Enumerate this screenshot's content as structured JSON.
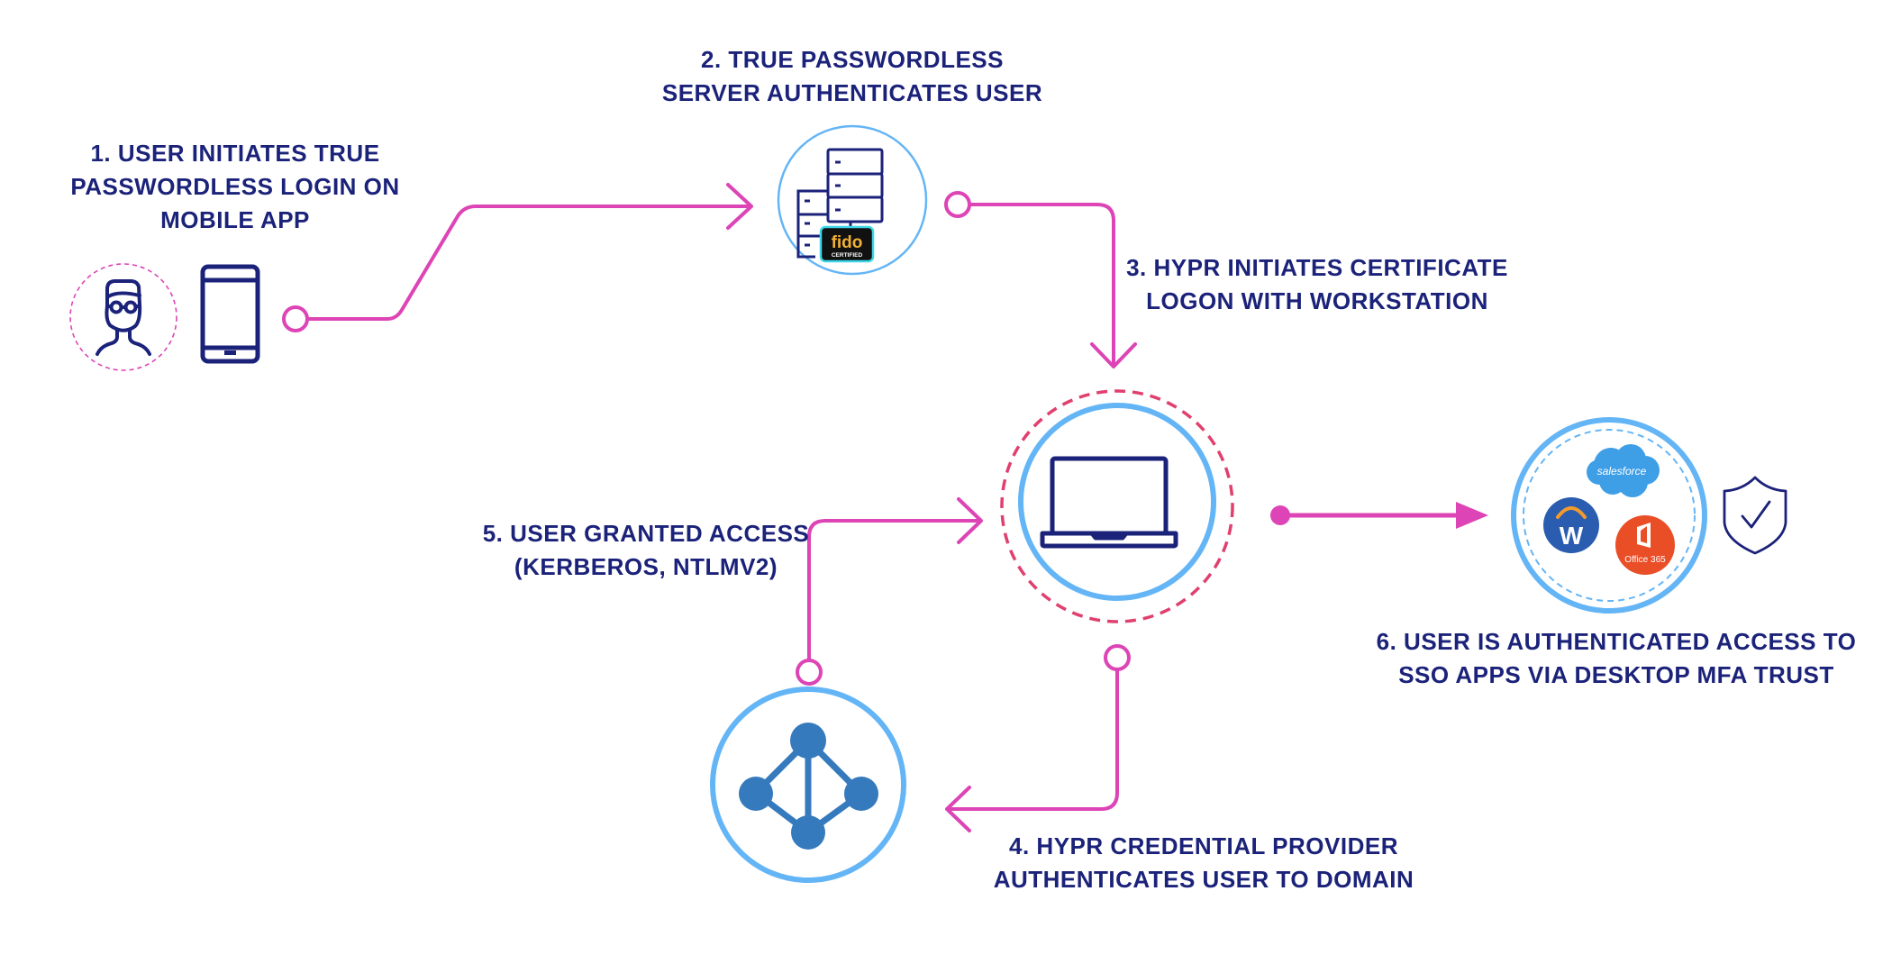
{
  "diagram": {
    "colors": {
      "text": "#1b2279",
      "connector": "#dd44b5",
      "node_ring": "#64b5f6",
      "workstation_dashed_ring": "#e0406e",
      "icon_stroke": "#1b2279",
      "network_icon": "#357abd",
      "workday": "#2a5db0",
      "office365": "#ea4e27",
      "salesforce": "#3f9fe6",
      "fido_gold": "#f2b134"
    },
    "steps": [
      {
        "id": "step1",
        "lines": [
          "1. USER INITIATES TRUE",
          "PASSWORDLESS LOGIN ON",
          "MOBILE APP"
        ]
      },
      {
        "id": "step2",
        "lines": [
          "2.  TRUE PASSWORDLESS",
          "SERVER AUTHENTICATES USER"
        ]
      },
      {
        "id": "step3",
        "lines": [
          "3. HYPR INITIATES CERTIFICATE",
          "LOGON WITH WORKSTATION"
        ]
      },
      {
        "id": "step4",
        "lines": [
          "4. HYPR CREDENTIAL PROVIDER",
          "AUTHENTICATES USER TO DOMAIN"
        ]
      },
      {
        "id": "step5",
        "lines": [
          "5. USER GRANTED ACCESS",
          "(KERBEROS, NTLMV2)"
        ]
      },
      {
        "id": "step6",
        "lines": [
          "6. USER IS AUTHENTICATED ACCESS TO",
          "SSO APPS VIA DESKTOP MFA TRUST"
        ]
      }
    ],
    "nodes": {
      "user": {
        "icon": "user-glasses-icon"
      },
      "mobile": {
        "icon": "smartphone-icon"
      },
      "server": {
        "icon": "server-rack-icon",
        "badge_brand": "fido",
        "badge_text": "CERTIFIED"
      },
      "workstation": {
        "icon": "laptop-icon"
      },
      "domain": {
        "icon": "network-graph-icon"
      },
      "sso_apps": {
        "apps": [
          {
            "name": "salesforce",
            "label": "salesforce"
          },
          {
            "name": "workday",
            "label": "W"
          },
          {
            "name": "office365",
            "label": "Office 365"
          }
        ],
        "trust_icon": "shield-check-icon"
      }
    }
  }
}
